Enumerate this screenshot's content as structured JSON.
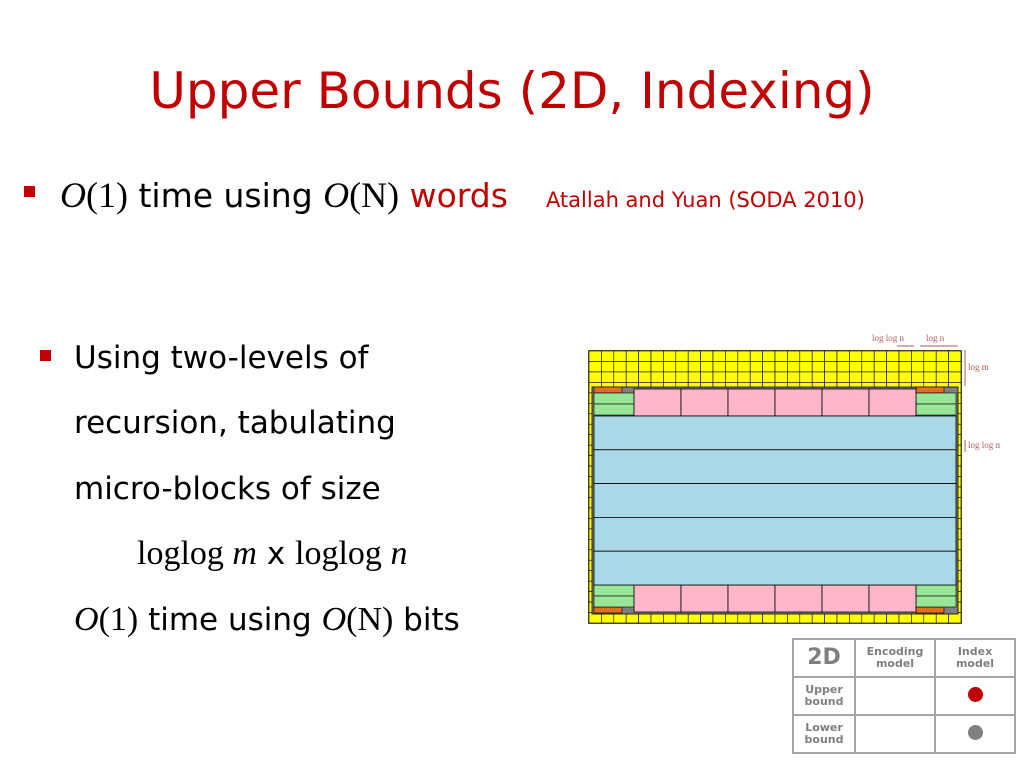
{
  "slide": {
    "title": "Upper Bounds (2D, Indexing)"
  },
  "bullet1": {
    "o1_func": "O",
    "o1_arg": "(1)",
    "text_mid": " time using ",
    "on_func": "O",
    "on_arg": "(N)",
    "words": " words",
    "citation": "Atallah and Yuan (SODA 2010)"
  },
  "bullet2": {
    "line1": "Using two-levels of",
    "line2": "recursion, tabulating",
    "line3": "micro-blocks of size",
    "size_a": "loglog ",
    "size_m": "m",
    "size_x": " x ",
    "size_b": "loglog ",
    "size_n": "n",
    "bits_o1_func": "O",
    "bits_o1_arg": "(1)",
    "bits_mid": " time using ",
    "bits_on_func": "O",
    "bits_on_arg": "(N)",
    "bits_end": " bits"
  },
  "diagram": {
    "label_loglogn": "log log n",
    "label_logn": "log n",
    "label_logm": "log m",
    "label_loglogm": "log log m",
    "colors": {
      "yellow": "#ffff00",
      "green": "#99e699",
      "pink": "#ffb6c8",
      "blue": "#aad8e6",
      "orange": "#e07020",
      "gray": "#808080",
      "annot": "#b05a5a"
    }
  },
  "table": {
    "corner": "2D",
    "col1": [
      "Encoding",
      "model"
    ],
    "col2": [
      "Index",
      "model"
    ],
    "row1": [
      "Upper",
      "bound"
    ],
    "row2": [
      "Lower",
      "bound"
    ],
    "upper_index_dot_color": "#c00000",
    "lower_index_dot_color": "#808080"
  }
}
